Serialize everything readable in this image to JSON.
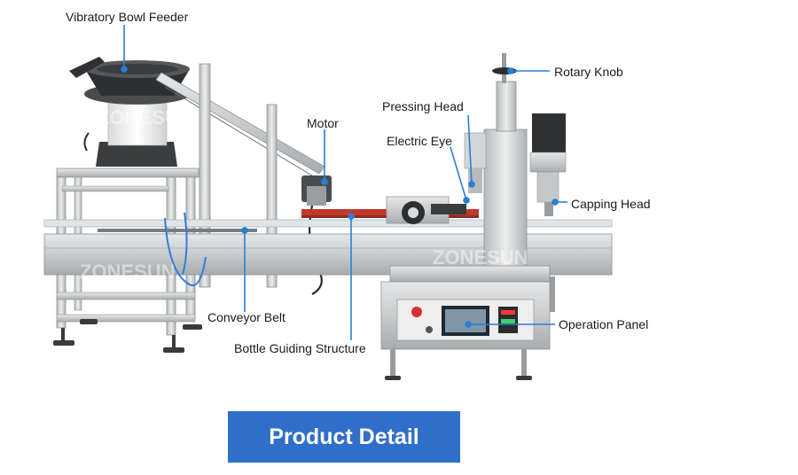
{
  "labels": {
    "vibratory_bowl_feeder": "Vibratory Bowl Feeder",
    "motor": "Motor",
    "pressing_head": "Pressing Head",
    "electric_eye": "Electric Eye",
    "rotary_knob": "Rotary Knob",
    "capping_head": "Capping Head",
    "conveyor_belt": "Conveyor Belt",
    "bottle_guiding_structure": "Bottle Guiding Structure",
    "operation_panel": "Operation Panel"
  },
  "watermark": "ZONESUN",
  "button": {
    "label": "Product Detail"
  },
  "colors": {
    "button": "#2f6fc9",
    "callout_line": "#2a7fd4",
    "guide_rail": "#c0392b"
  }
}
